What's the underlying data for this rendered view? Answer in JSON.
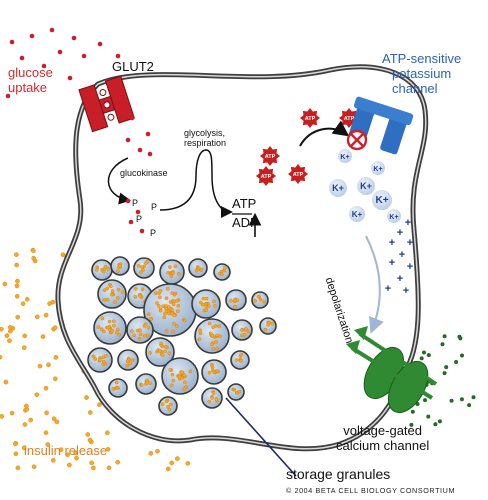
{
  "labels": {
    "glucose_uptake_line1": "glucose",
    "glucose_uptake_line2": "uptake",
    "glut2": "GLUT2",
    "glucokinase": "glucokinase",
    "glycolysis_line1": "glycolysis,",
    "glycolysis_line2": "respiration",
    "atp": "ATP",
    "adp": "ADP",
    "k_channel_line1": "ATP-sensitive",
    "k_channel_line2": "potassium",
    "k_channel_line3": "channel",
    "depolarization": "depolarization",
    "ca_channel_line1": "voltage-gated",
    "ca_channel_line2": "calcium channel",
    "insulin_release": "insulin release",
    "storage_granules": "storage granules",
    "copyright": "© 2004 BETA CELL BIOLOGY CONSORTIUM"
  },
  "molecule_labels": {
    "phosphate": "P",
    "atp_small": "ATP",
    "potassium_ion": "K+",
    "plus": "+"
  },
  "colors": {
    "glucose": "#c8202a",
    "atp_star": "#c81e1e",
    "membrane": "#3a3a3a",
    "glut2": "#c81e28",
    "k_channel": "#2f6fc2",
    "ca_channel": "#2f8a32",
    "granule_fill": "#a9bfd8",
    "insulin_dot": "#f2a92c",
    "calcium_dot": "#256a26",
    "k_ion": "#c9d8f0"
  }
}
